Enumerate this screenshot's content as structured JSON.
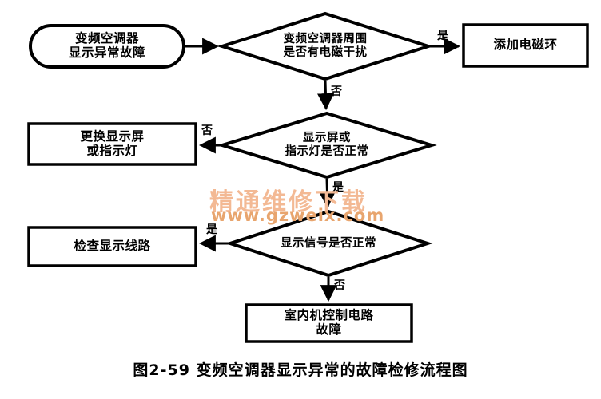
{
  "figure": {
    "caption": "图2-59  变频空调器显示异常的故障检修流程图",
    "stroke_color": "#000000",
    "fill_color": "#ffffff"
  },
  "watermark": {
    "text_cn": "精通维修下载",
    "text_url": "www.gzweix.com",
    "color_cn": "#f3b994",
    "color_url": "#e8a56e"
  },
  "nodes": {
    "start": {
      "shape": "terminal",
      "line1": "变频空调器",
      "line2": "显示异常故障"
    },
    "decision1": {
      "shape": "diamond",
      "line1": "变频空调器周围",
      "line2": "是否有电磁干扰"
    },
    "action1": {
      "shape": "rect",
      "line1": "添加电磁环"
    },
    "decision2": {
      "shape": "diamond",
      "line1": "显示屏或",
      "line2": "指示灯是否正常"
    },
    "action2": {
      "shape": "rect",
      "line1": "更换显示屏",
      "line2": "或指示灯"
    },
    "decision3": {
      "shape": "diamond",
      "line1": "显示信号是否正常"
    },
    "action3": {
      "shape": "rect",
      "line1": "检查显示线路"
    },
    "result": {
      "shape": "rect",
      "line1": "室内机控制电路",
      "line2": "故障"
    }
  },
  "edge_labels": {
    "d1_yes": "是",
    "d1_no": "否",
    "d2_no": "否",
    "d2_yes": "是",
    "d3_yes": "是",
    "d3_no": "否"
  }
}
